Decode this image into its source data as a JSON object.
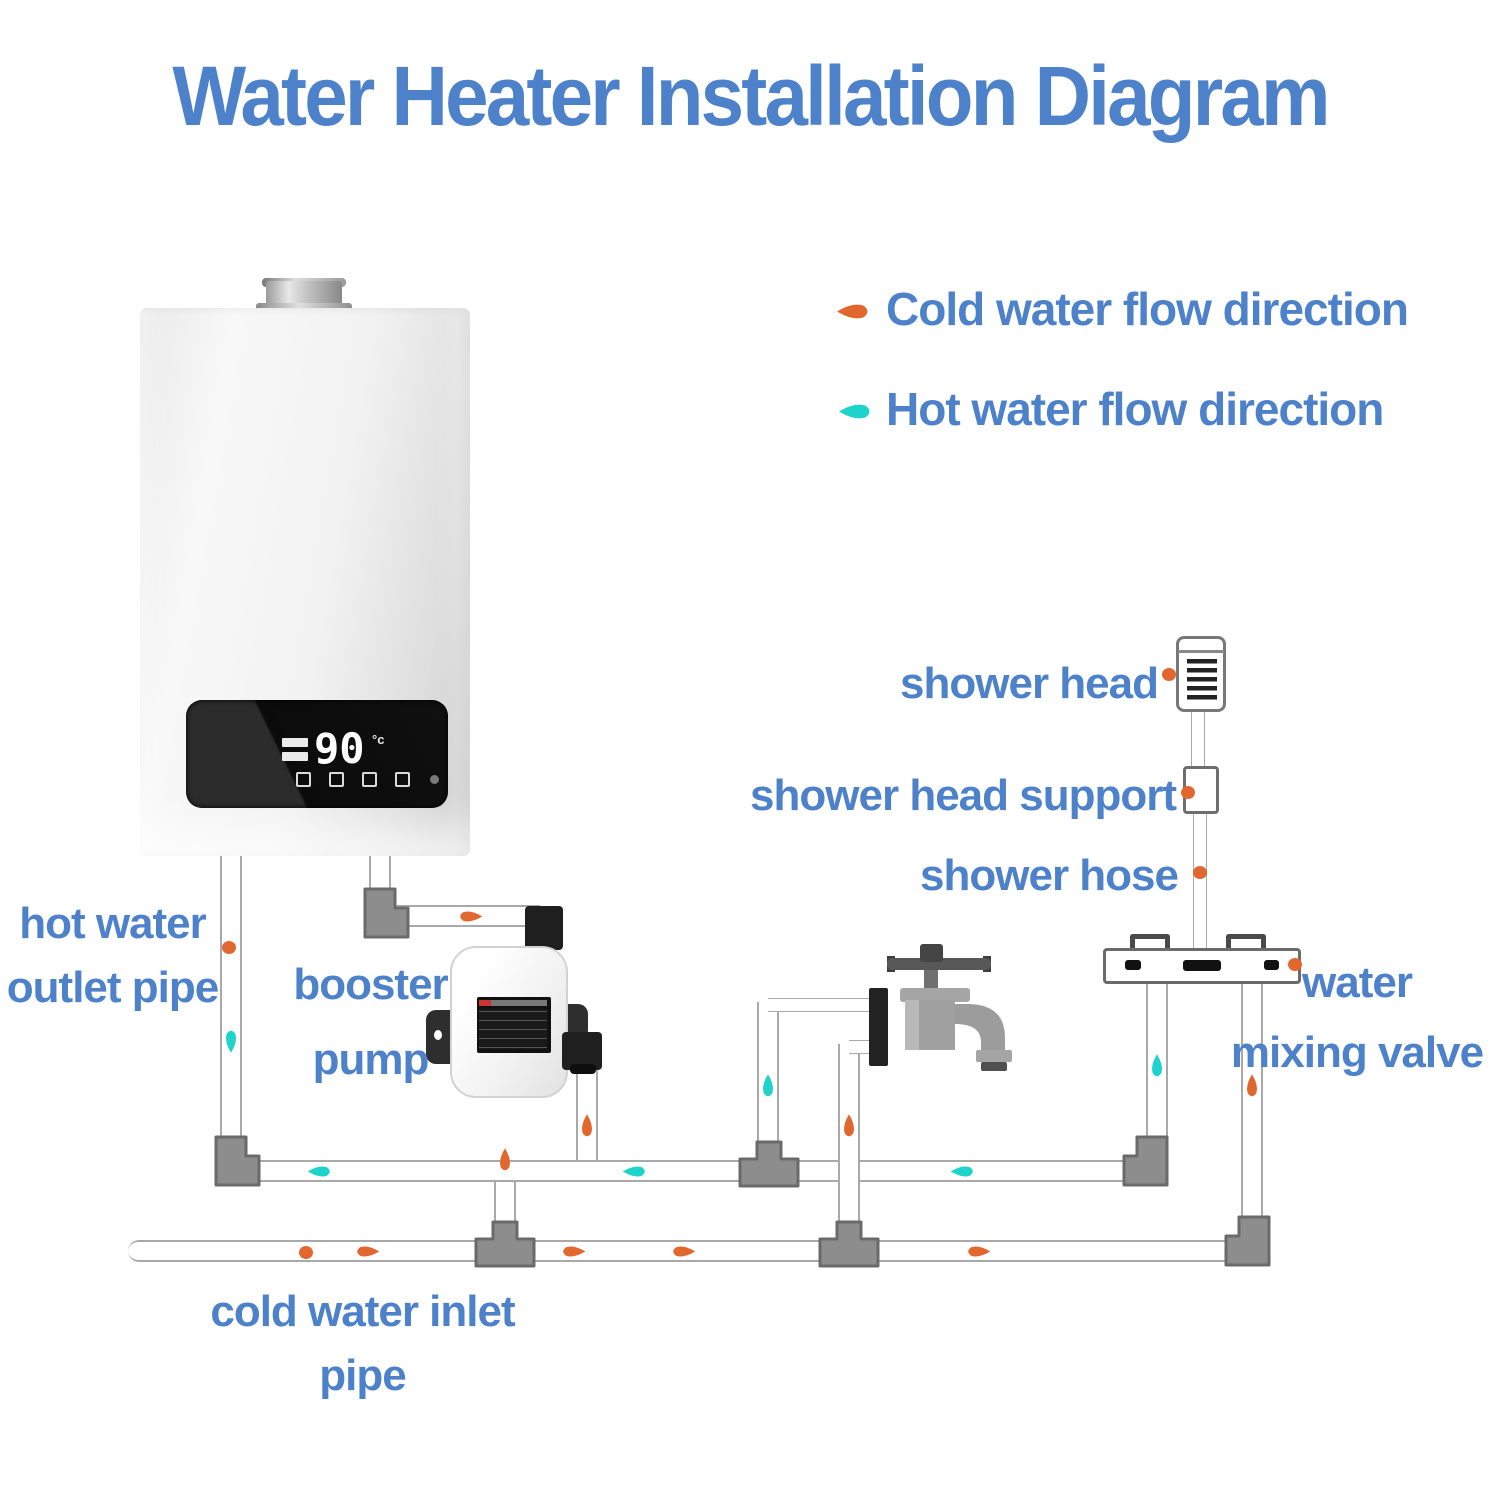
{
  "title": "Water Heater Installation Diagram",
  "legend": {
    "cold_label": "Cold water flow direction",
    "hot_label": "Hot water flow direction"
  },
  "heater_display": {
    "temperature": "90",
    "unit": "°c"
  },
  "labels": {
    "hot_outlet_line1": "hot water",
    "hot_outlet_line2": "outlet pipe",
    "booster_line1": "booster",
    "booster_line2": "pump",
    "shower_head": "shower head",
    "shower_head_support": "shower head support",
    "shower_hose": "shower hose",
    "mixing_line1": "water",
    "mixing_line2": "mixing valve",
    "cold_inlet": "cold water inlet pipe"
  },
  "colors": {
    "label_blue": "#4d82cb",
    "cold_orange": "#e2672e",
    "hot_cyan": "#1ed3cc",
    "pipe_gray": "#a9a9a9",
    "fitting_gray": "#8d8d8d"
  }
}
